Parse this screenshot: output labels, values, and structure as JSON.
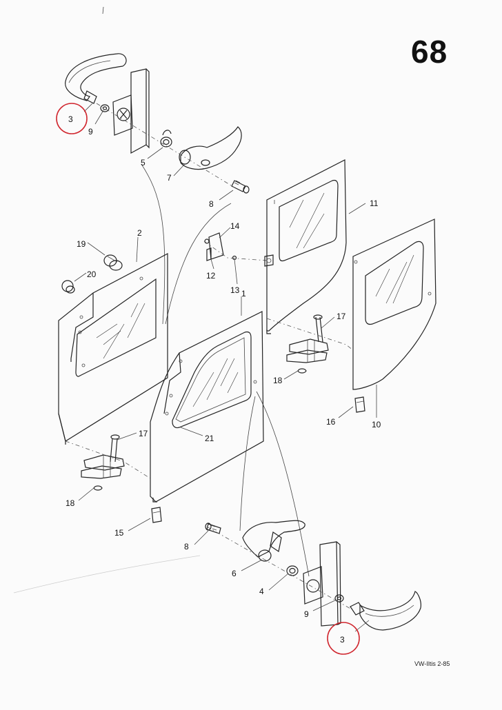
{
  "page_number": "68",
  "footer": "VW-Iltis  2-85",
  "labels": {
    "l3a": "3",
    "l9a": "9",
    "l5": "5",
    "l7": "7",
    "l8a": "8",
    "l2": "2",
    "l19": "19",
    "l20": "20",
    "l14": "14",
    "l12": "12",
    "l13": "13",
    "l11": "11",
    "l1": "1",
    "l17a": "17",
    "l18a": "18",
    "l16": "16",
    "l10": "10",
    "l21": "21",
    "l17b": "17",
    "l18b": "18",
    "l15": "15",
    "l8b": "8",
    "l6": "6",
    "l4": "4",
    "l9b": "9",
    "l3b": "3"
  },
  "highlight_color": "#d0262e"
}
